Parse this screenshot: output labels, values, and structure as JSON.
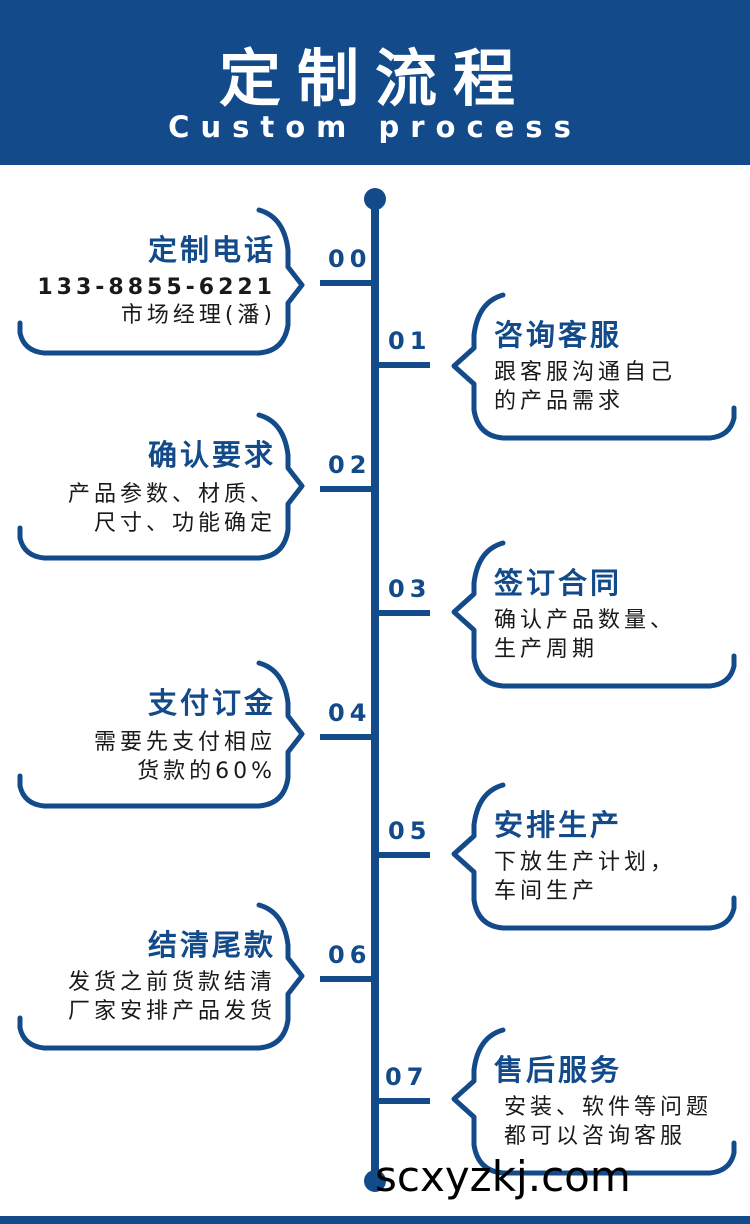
{
  "header": {
    "title": "定制流程",
    "subtitle": "Custom process"
  },
  "steps": [
    {
      "num": "00",
      "title": "定制电话",
      "line1": "133-8855-6221",
      "line2": "市场经理(潘)"
    },
    {
      "num": "01",
      "title": "咨询客服",
      "line1": "跟客服沟通自己",
      "line2": "的产品需求"
    },
    {
      "num": "02",
      "title": "确认要求",
      "line1": "产品参数、材质、",
      "line2": "尺寸、功能确定"
    },
    {
      "num": "03",
      "title": "签订合同",
      "line1": "确认产品数量、",
      "line2": "生产周期"
    },
    {
      "num": "04",
      "title": "支付订金",
      "line1": "需要先支付相应",
      "line2": "货款的60%"
    },
    {
      "num": "05",
      "title": "安排生产",
      "line1": "下放生产计划，",
      "line2": "车间生产"
    },
    {
      "num": "06",
      "title": "结清尾款",
      "line1": "发货之前货款结清",
      "line2": "厂家安排产品发货"
    },
    {
      "num": "07",
      "title": "售后服务",
      "line1": "安装、软件等问题",
      "line2": "都可以咨询客服"
    }
  ],
  "watermark": "scxyzkj.com",
  "colors": {
    "primary": "#124a8a",
    "text": "#1a1a1a",
    "background": "#ffffff"
  }
}
